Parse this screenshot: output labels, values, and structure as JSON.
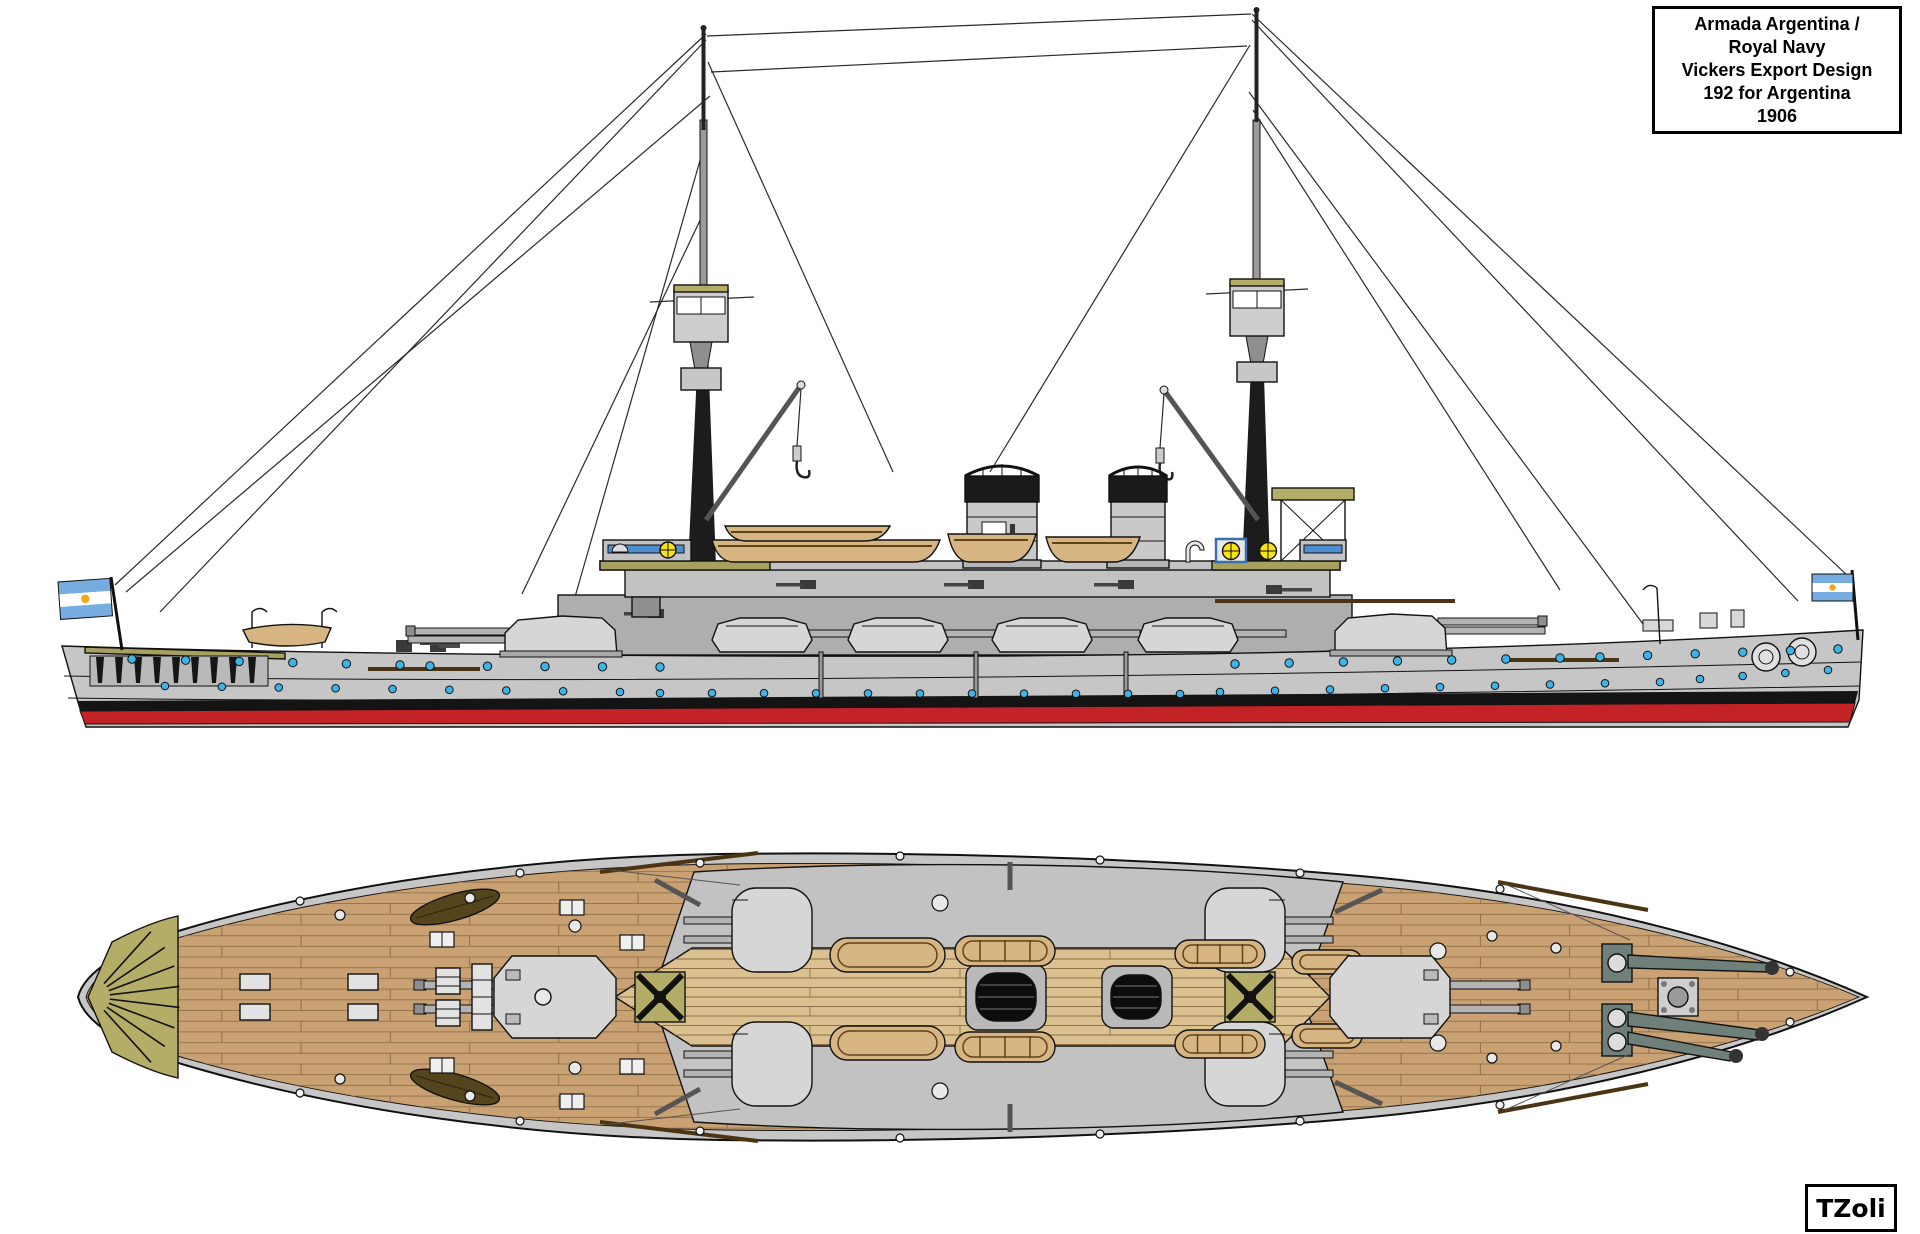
{
  "title_box": {
    "lines": [
      "Armada Argentina /",
      "Royal Navy",
      "Vickers Export Design",
      "192 for Argentina",
      "1906"
    ]
  },
  "signature": "TZoli",
  "colors": {
    "paper": "#ffffff",
    "outline": "#111111",
    "hull": "#c6c6c6",
    "superstructure": "#c2c2c2",
    "tier": "#aeaeae",
    "turret": "#d6d6d6",
    "barrel": "#b3b3b3",
    "funnel_cap": "#1a1a1a",
    "waterline_red": "#c32327",
    "boot_black": "#141414",
    "porthole_blue": "#3db3e8",
    "khaki": "#a7a05f",
    "platform_khaki": "#b3ad68",
    "deck_wood": "#c9a173",
    "inner_wood": "#dac18f",
    "plank_line": "#8f6f48",
    "boat_tan": "#d6b582",
    "boat_line": "#5f4317",
    "dark_boat": "#54451d",
    "flag_blue": "#76acdf",
    "flag_sun": "#f3a712",
    "searchlight_yellow": "#f8e411",
    "crane_green": "#6f7f7a",
    "window_blue": "#4d8fd1"
  }
}
